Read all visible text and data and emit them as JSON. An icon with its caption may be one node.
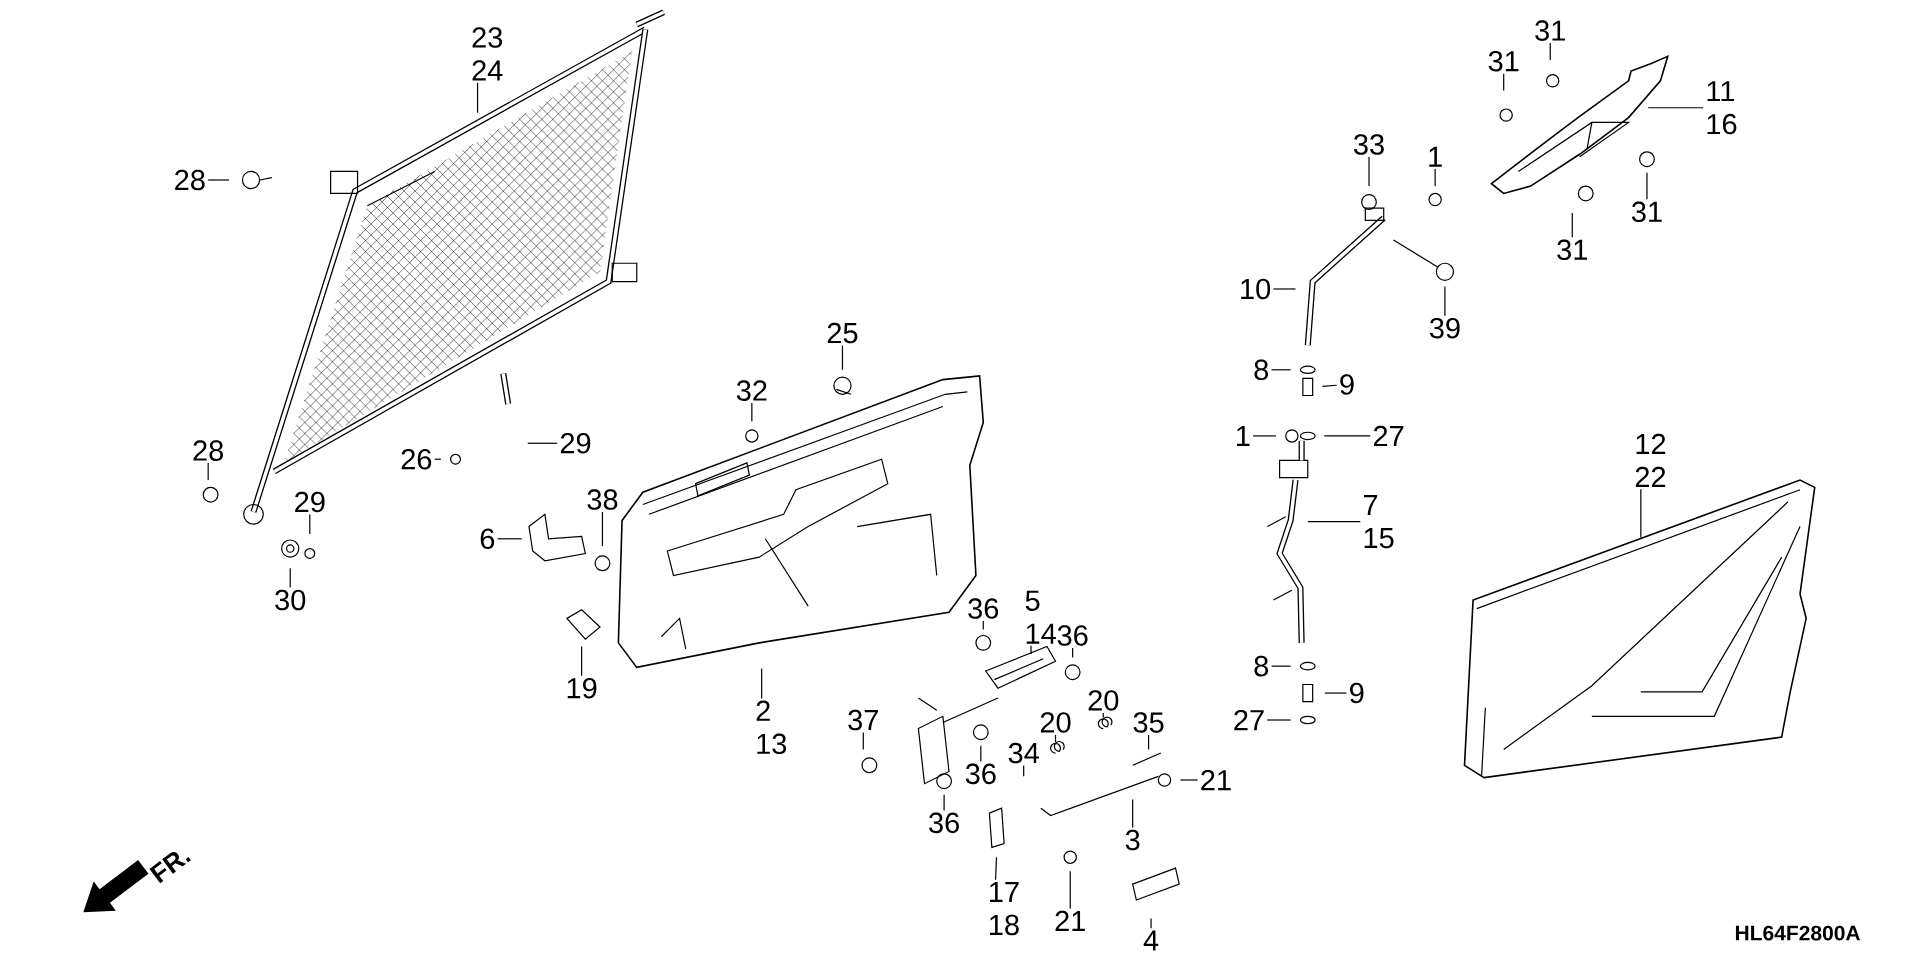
{
  "diagram": {
    "nodes": [
      {
        "text": [
          "23 24"
        ]
      },
      {
        "text": [
          "28"
        ]
      },
      {
        "text": [
          "28"
        ]
      },
      {
        "text": [
          "26"
        ]
      },
      {
        "text": [
          "29"
        ]
      },
      {
        "text": [
          "29"
        ]
      },
      {
        "text": [
          "30"
        ]
      },
      {
        "text": [
          "6"
        ]
      },
      {
        "text": [
          "38"
        ]
      },
      {
        "text": [
          "19"
        ]
      },
      {
        "text": [
          "25"
        ]
      },
      {
        "text": [
          "32"
        ]
      },
      {
        "text": [
          "2 13"
        ]
      },
      {
        "text": [
          "5 14"
        ]
      },
      {
        "text": [
          "36"
        ]
      },
      {
        "text": [
          "36"
        ]
      },
      {
        "text": [
          "36"
        ]
      },
      {
        "text": [
          "36"
        ]
      },
      {
        "text": [
          "37"
        ]
      },
      {
        "text": [
          "20"
        ]
      },
      {
        "text": [
          "20"
        ]
      },
      {
        "text": [
          "35"
        ]
      },
      {
        "text": [
          "34"
        ]
      },
      {
        "text": [
          "21"
        ]
      },
      {
        "text": [
          "3"
        ]
      },
      {
        "text": [
          "21"
        ]
      },
      {
        "text": [
          "17 18"
        ]
      },
      {
        "text": [
          "4"
        ]
      },
      {
        "text": [
          "33"
        ]
      },
      {
        "text": [
          "1"
        ]
      },
      {
        "text": [
          "10"
        ]
      },
      {
        "text": [
          "39"
        ]
      },
      {
        "text": [
          "8"
        ]
      },
      {
        "text": [
          "9"
        ]
      },
      {
        "text": [
          "1"
        ]
      },
      {
        "text": [
          "27"
        ]
      },
      {
        "text": [
          "7 15"
        ]
      },
      {
        "text": [
          "8"
        ]
      },
      {
        "text": [
          "9"
        ]
      },
      {
        "text": [
          "27"
        ]
      },
      {
        "text": [
          "31"
        ]
      },
      {
        "text": [
          "31"
        ]
      },
      {
        "text": [
          "11 16"
        ]
      },
      {
        "text": [
          "31"
        ]
      },
      {
        "text": [
          "31"
        ]
      },
      {
        "text": [
          "12 22"
        ]
      }
    ],
    "edges": [
      {
        "from": 0,
        "to": null,
        "arrow": "none"
      },
      {
        "from": 1,
        "to": null,
        "arrow": "none"
      },
      {
        "from": 2,
        "to": null,
        "arrow": "none"
      },
      {
        "from": 3,
        "to": null,
        "arrow": "none"
      },
      {
        "from": 4,
        "to": null,
        "arrow": "none"
      },
      {
        "from": 5,
        "to": null,
        "arrow": "none"
      },
      {
        "from": 6,
        "to": null,
        "arrow": "none"
      },
      {
        "from": 7,
        "to": null,
        "arrow": "none"
      },
      {
        "from": 8,
        "to": null,
        "arrow": "none"
      },
      {
        "from": 9,
        "to": null,
        "arrow": "none"
      },
      {
        "from": 10,
        "to": null,
        "arrow": "none"
      },
      {
        "from": 11,
        "to": null,
        "arrow": "none"
      },
      {
        "from": 12,
        "to": null,
        "arrow": "none"
      },
      {
        "from": 13,
        "to": null,
        "arrow": "none"
      },
      {
        "from": 14,
        "to": null,
        "arrow": "none"
      },
      {
        "from": 15,
        "to": null,
        "arrow": "none"
      },
      {
        "from": 16,
        "to": null,
        "arrow": "none"
      },
      {
        "from": 17,
        "to": null,
        "arrow": "none"
      },
      {
        "from": 18,
        "to": null,
        "arrow": "none"
      },
      {
        "from": 19,
        "to": null,
        "arrow": "none"
      },
      {
        "from": 20,
        "to": null,
        "arrow": "none"
      },
      {
        "from": 21,
        "to": null,
        "arrow": "none"
      },
      {
        "from": 22,
        "to": null,
        "arrow": "none"
      },
      {
        "from": 23,
        "to": null,
        "arrow": "none"
      },
      {
        "from": 24,
        "to": null,
        "arrow": "none"
      },
      {
        "from": 25,
        "to": null,
        "arrow": "none"
      },
      {
        "from": 26,
        "to": null,
        "arrow": "none"
      },
      {
        "from": 27,
        "to": null,
        "arrow": "none"
      },
      {
        "from": 28,
        "to": null,
        "arrow": "none"
      },
      {
        "from": 29,
        "to": null,
        "arrow": "none"
      },
      {
        "from": 30,
        "to": null,
        "arrow": "none"
      },
      {
        "from": 31,
        "to": null,
        "arrow": "none"
      },
      {
        "from": 32,
        "to": null,
        "arrow": "none"
      },
      {
        "from": 33,
        "to": null,
        "arrow": "none"
      },
      {
        "from": 34,
        "to": null,
        "arrow": "none"
      },
      {
        "from": 35,
        "to": null,
        "arrow": "none"
      },
      {
        "from": 36,
        "to": null,
        "arrow": "none"
      },
      {
        "from": 37,
        "to": null,
        "arrow": "none"
      },
      {
        "from": 38,
        "to": null,
        "arrow": "none"
      },
      {
        "from": 39,
        "to": null,
        "arrow": "none"
      },
      {
        "from": 40,
        "to": null,
        "arrow": "none"
      },
      {
        "from": 41,
        "to": null,
        "arrow": "none"
      },
      {
        "from": 42,
        "to": null,
        "arrow": "none"
      },
      {
        "from": 43,
        "to": null,
        "arrow": "none"
      },
      {
        "from": 44,
        "to": null,
        "arrow": "none"
      },
      {
        "from": 45,
        "to": null,
        "arrow": "none"
      }
    ],
    "labels": [
      "FR.",
      "HL64F2800A"
    ]
  }
}
